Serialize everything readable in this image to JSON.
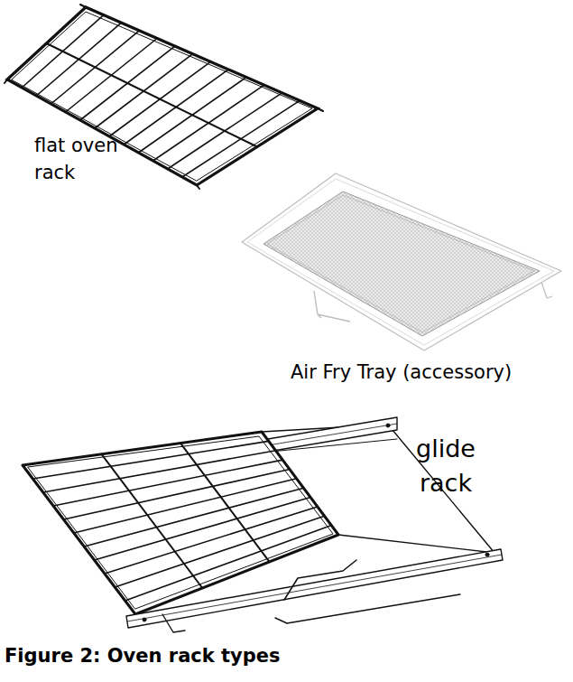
{
  "diagram": {
    "caption": "Figure 2: Oven rack types",
    "labels": [
      "flat oven rack",
      "Air Fry Tray (accessory)",
      "glide rack"
    ]
  }
}
